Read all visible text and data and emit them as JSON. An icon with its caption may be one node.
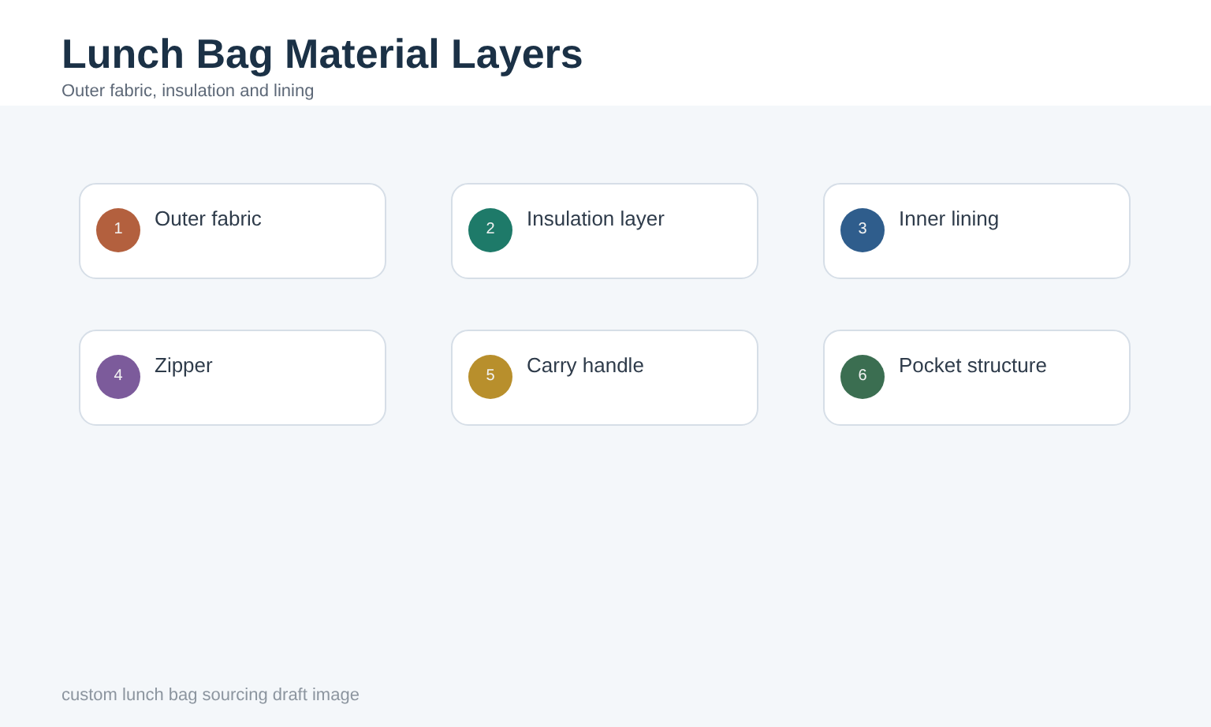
{
  "diagram": {
    "title": "Lunch Bag Material Layers",
    "caption": "custom lunch bag sourcing draft image",
    "labels": [
      "Outer fabric, insulation and lining"
    ],
    "nodes": [
      {
        "text": [
          "Outer fabric"
        ]
      },
      {
        "text": [
          "1"
        ],
        "in": 0
      },
      {
        "text": [
          "Insulation layer"
        ]
      },
      {
        "text": [
          "2"
        ],
        "in": 2
      },
      {
        "text": [
          "Inner lining"
        ]
      },
      {
        "text": [
          "3"
        ],
        "in": 4
      },
      {
        "text": [
          "Zipper"
        ]
      },
      {
        "text": [
          "4"
        ],
        "in": 6
      },
      {
        "text": [
          "Carry handle"
        ]
      },
      {
        "text": [
          "5"
        ],
        "in": 8
      },
      {
        "text": [
          "Pocket structure"
        ]
      },
      {
        "text": [
          "6"
        ],
        "in": 10
      }
    ]
  }
}
